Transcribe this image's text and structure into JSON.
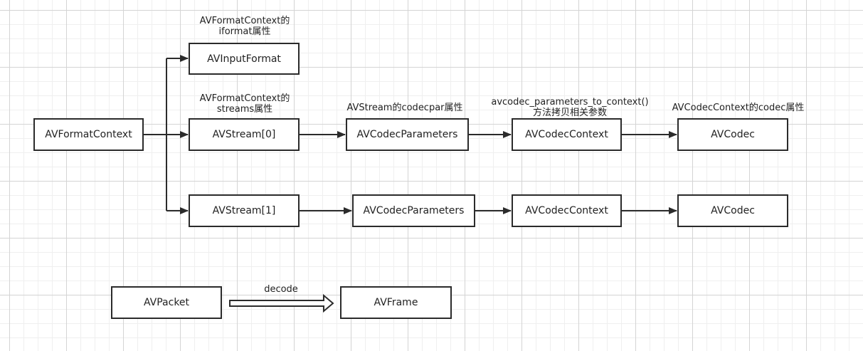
{
  "nodes": {
    "format_context": "AVFormatContext",
    "input_format": "AVInputFormat",
    "stream0": "AVStream[0]",
    "codec_params0": "AVCodecParameters",
    "codec_context0": "AVCodecContext",
    "codec0": "AVCodec",
    "stream1": "AVStream[1]",
    "codec_params1": "AVCodecParameters",
    "codec_context1": "AVCodecContext",
    "codec1": "AVCodec",
    "packet": "AVPacket",
    "frame": "AVFrame"
  },
  "labels": {
    "iformat_line1": "AVFormatContext的",
    "iformat_line2": "iformat属性",
    "streams_line1": "AVFormatContext的",
    "streams_line2": "streams属性",
    "codecpar": "AVStream的codecpar属性",
    "copy_line1": "avcodec_parameters_to_context()",
    "copy_line2": "方法拷贝相关参数",
    "codec_attr": "AVCodecContext的codec属性",
    "decode": "decode"
  },
  "colors": {
    "stroke": "#2b2b2b",
    "grid_major": "#d4d4d4",
    "grid_minor": "#efefef"
  }
}
